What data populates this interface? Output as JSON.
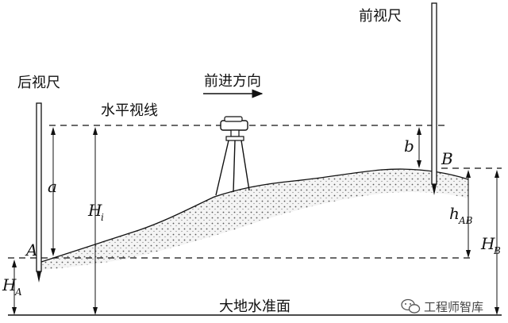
{
  "labels": {
    "back_staff": "后视尺",
    "front_staff": "前视尺",
    "direction": "前进方向",
    "horizontal_sight": "水平视线",
    "datum": "大地水准面",
    "point_a": "A",
    "point_b": "B",
    "reading_a": "a",
    "reading_b": "b",
    "height_i_main": "H",
    "height_i_sub": "i",
    "height_a_main": "H",
    "height_a_sub": "A",
    "height_b_main": "H",
    "height_b_sub": "B",
    "delta_h_main": "h",
    "delta_h_sub": "AB"
  },
  "watermark": {
    "text": "工程师智库",
    "icon": "wechat-icon"
  },
  "colors": {
    "line": "#111111",
    "ground_fill": "#f2f2f2"
  }
}
